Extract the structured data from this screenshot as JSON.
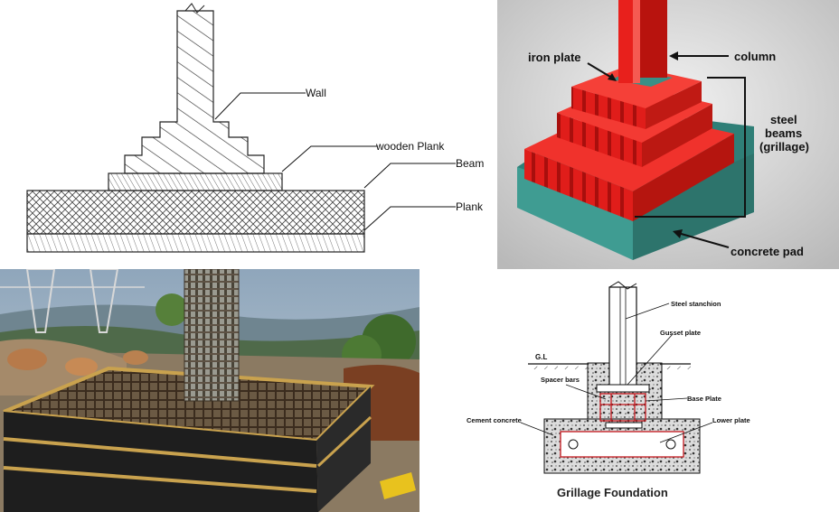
{
  "panel1": {
    "labels": {
      "wall": "Wall",
      "wooden_plank": "wooden Plank",
      "beam": "Beam",
      "plank": "Plank"
    }
  },
  "panel2": {
    "labels": {
      "iron_plate": "iron plate",
      "column": "column",
      "steel_beams_l1": "steel",
      "steel_beams_l2": "beams",
      "steel_beams_l3": "(grillage)",
      "concrete_pad": "concrete pad"
    },
    "colors": {
      "steel": "#e8201c",
      "pad": "#3a8f86",
      "background": "#d9d9d9"
    }
  },
  "panel3": {
    "description_icon": "rebar-cage-photo-icon"
  },
  "panel4": {
    "labels": {
      "steel_stanchion": "Steel stanchion",
      "gl": "G.L",
      "gusset_plate": "Gusset plate",
      "spacer_bars": "Spacer bars",
      "base_plate": "Base Plate",
      "cement_concrete": "Cement concrete",
      "lower_plate": "Lower plate"
    },
    "caption": "Grillage Foundation"
  }
}
